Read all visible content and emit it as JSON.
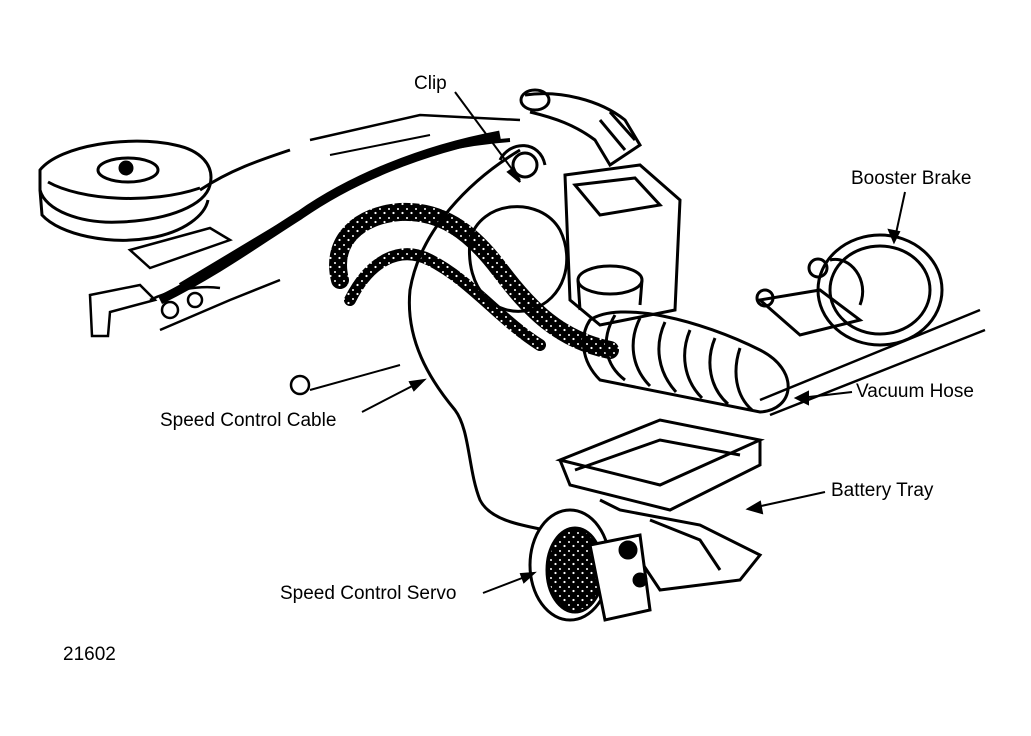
{
  "labels": {
    "clip": "Clip",
    "booster_brake": "Booster Brake",
    "vacuum_hose": "Vacuum Hose",
    "speed_control_cable": "Speed Control Cable",
    "battery_tray": "Battery Tray",
    "speed_control_servo": "Speed Control Servo"
  },
  "figure_number": "21602"
}
